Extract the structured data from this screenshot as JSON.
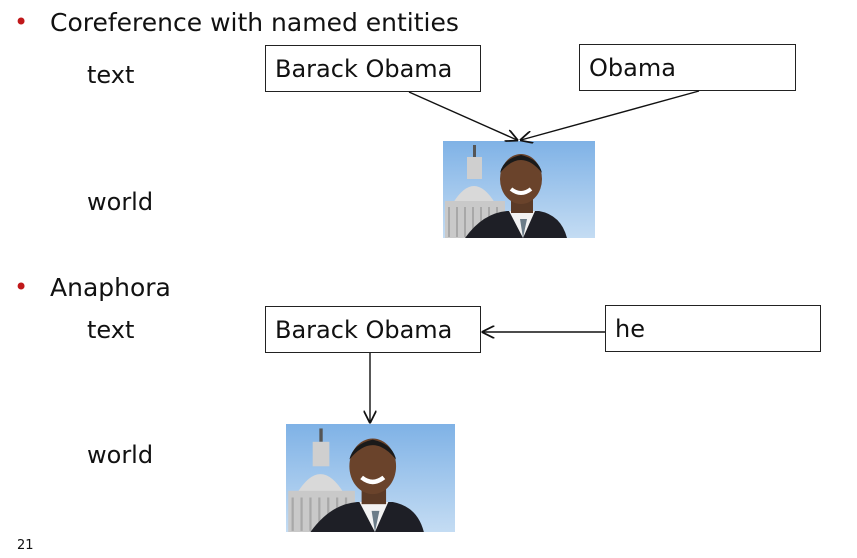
{
  "section1": {
    "heading": "Coreference with named entities",
    "text_label": "text",
    "world_label": "world",
    "box_left": "Barack Obama",
    "box_right": "Obama"
  },
  "section2": {
    "heading": "Anaphora",
    "text_label": "text",
    "world_label": "world",
    "box_left": "Barack Obama",
    "box_right": "he"
  },
  "slide_number": "21",
  "colors": {
    "bullet": "#c0181a",
    "sky": "#9ec6ec",
    "arrow": "#111111"
  }
}
